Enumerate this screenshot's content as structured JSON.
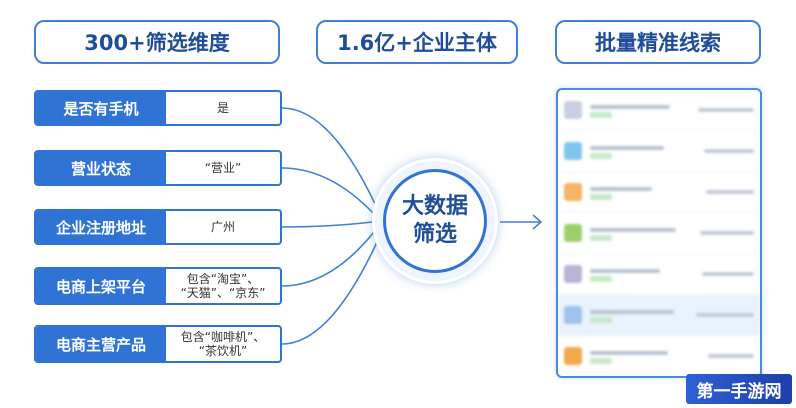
{
  "headers": [
    "300+筛选维度",
    "1.6亿+企业主体",
    "批量精准线索"
  ],
  "filters": [
    {
      "label": "是否有手机",
      "value_lines": [
        "是"
      ]
    },
    {
      "label": "营业状态",
      "value_lines": [
        "“营业”"
      ]
    },
    {
      "label": "企业注册地址",
      "value_lines": [
        "广州"
      ]
    },
    {
      "label": "电商上架平台",
      "value_lines": [
        "包含“淘宝”、",
        "“天猫”、“京东”"
      ]
    },
    {
      "label": "电商主营产品",
      "value_lines": [
        "包含“咖啡机”、",
        "“茶饮机”"
      ]
    }
  ],
  "hub": {
    "line1": "大数据",
    "line2": "筛选"
  },
  "result_rows": [
    {
      "logo_color": "#c9cfe0",
      "highlight": false
    },
    {
      "logo_color": "#7fc6ef",
      "highlight": false
    },
    {
      "logo_color": "#f3b567",
      "highlight": false
    },
    {
      "logo_color": "#9ccf6a",
      "highlight": false
    },
    {
      "logo_color": "#b9b3d6",
      "highlight": false
    },
    {
      "logo_color": "#9ec3ec",
      "highlight": true
    },
    {
      "logo_color": "#f1a94c",
      "highlight": false
    }
  ],
  "watermark": "第一手游网",
  "colors": {
    "accent": "#2f74d4",
    "dark_text": "#1f4e99"
  }
}
